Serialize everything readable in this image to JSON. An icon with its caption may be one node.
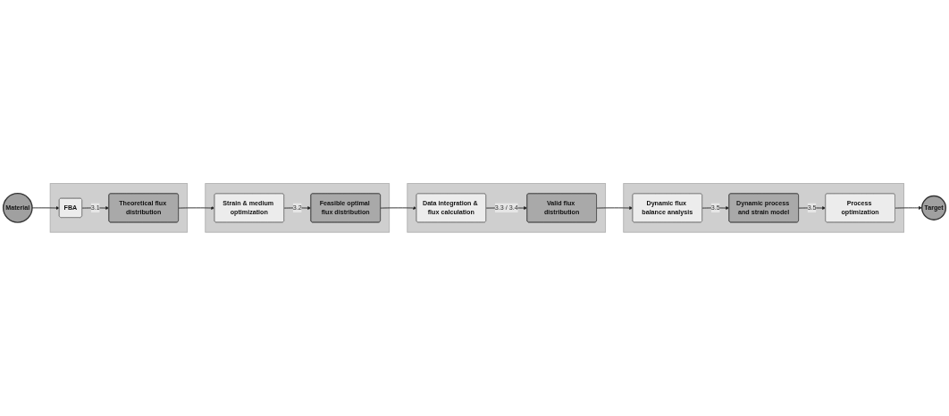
{
  "diagram": {
    "nodes": [
      {
        "text": [
          "Material"
        ]
      },
      {
        "text": [],
        "shape": "box"
      },
      {
        "text": [
          "FBA"
        ],
        "in": 1
      },
      {
        "text": [
          "Theoretical flux distribution"
        ],
        "in": 1
      },
      {
        "text": [],
        "shape": "box"
      },
      {
        "text": [
          "Strain & medium optimization"
        ],
        "in": 4
      },
      {
        "text": [
          "Feasible optimal flux distribution"
        ],
        "in": 4
      },
      {
        "text": [],
        "shape": "box"
      },
      {
        "text": [
          "Valid flux distribution"
        ],
        "in": 7
      },
      {
        "text": [
          "Data integration & flux calculation"
        ],
        "in": 7
      },
      {
        "text": [],
        "shape": "box"
      },
      {
        "text": [
          "Dynamic flux balance analysis"
        ],
        "in": 10
      },
      {
        "text": [
          "Dynamic process and strain model"
        ],
        "in": 10
      },
      {
        "text": [
          "Process optimization"
        ],
        "in": 10
      },
      {
        "text": [
          "Target"
        ]
      }
    ],
    "edges": [
      {
        "from": 0,
        "to": 2,
        "arrow": "to"
      },
      {
        "from": 2,
        "to": 3,
        "arrow": "to",
        "label": "3.1"
      },
      {
        "from": 3,
        "to": 5,
        "arrow": "to"
      },
      {
        "from": 5,
        "to": 6,
        "arrow": "to",
        "label": "3.2"
      },
      {
        "from": 6,
        "to": 9,
        "arrow": "to"
      },
      {
        "from": 9,
        "to": 8,
        "arrow": "to",
        "label": "3.3 / 3.4"
      },
      {
        "from": 8,
        "to": 11,
        "arrow": "to"
      },
      {
        "from": 11,
        "to": 12,
        "arrow": "to",
        "label": "3.5"
      },
      {
        "from": 12,
        "to": 13,
        "arrow": "to",
        "label": "3.5"
      },
      {
        "from": 13,
        "to": 14,
        "arrow": "to"
      }
    ]
  }
}
